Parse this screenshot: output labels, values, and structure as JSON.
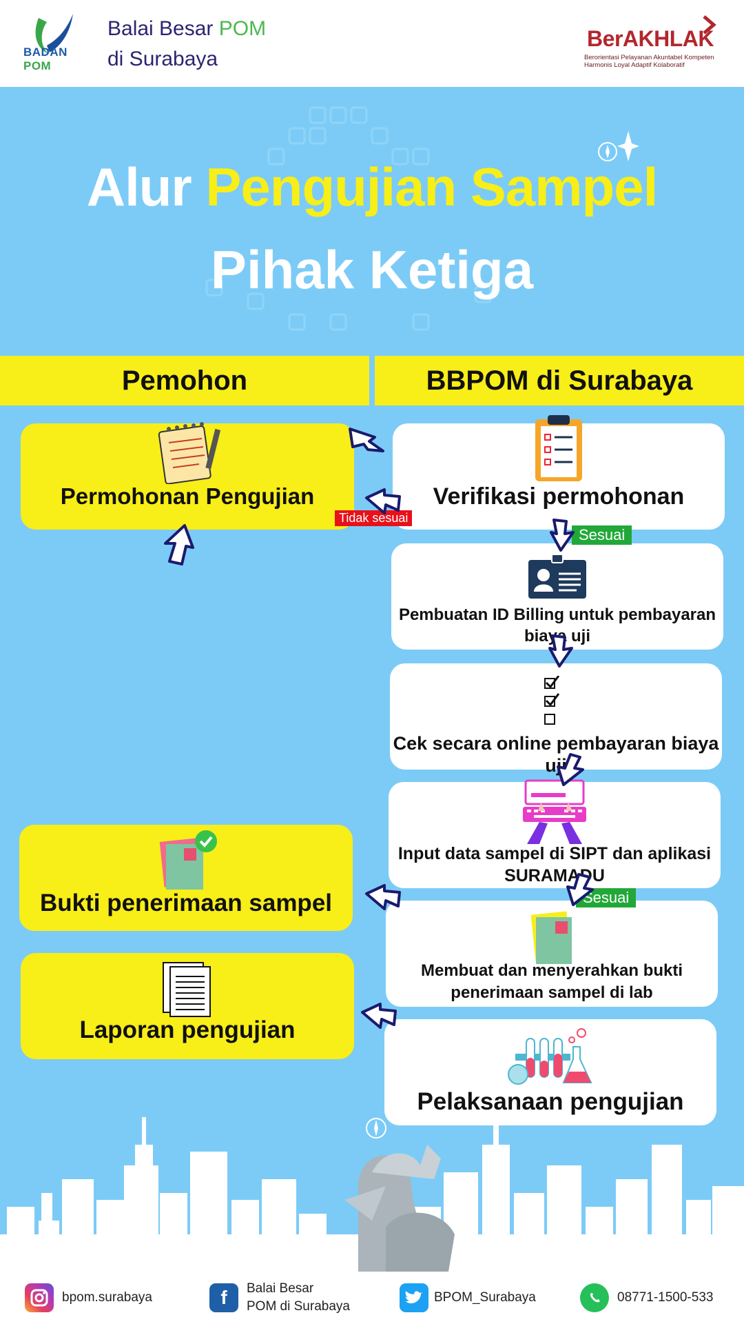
{
  "header": {
    "logo_text_1": "BADAN",
    "logo_text_2": "POM",
    "title_line1_a": "Balai Besar ",
    "title_line1_b": "POM",
    "title_line2": "di Surabaya",
    "berakhlak_word": "BerAKHLAK",
    "berakhlak_tagline": "Berorientasi Pelayanan Akuntabel Kompeten Harmonis Loyal Adaptif Kolaboratif"
  },
  "title": {
    "line1_white": "Alur ",
    "line1_yellow": "Pengujian Sampel",
    "line2": "Pihak Ketiga"
  },
  "columns": {
    "left": "Pemohon",
    "right": "BBPOM di Surabaya"
  },
  "steps": {
    "permohonan": "Permohonan Pengujian",
    "verifikasi": "Verifikasi permohonan",
    "billing": "Pembuatan ID Billing untuk pembayaran biaya uji",
    "cek": "Cek secara online pembayaran biaya uji",
    "input": "Input data sampel di SIPT dan aplikasi SURAMADU",
    "membuat": "Membuat dan menyerahkan bukti penerimaan sampel di lab",
    "pelaksanaan": "Pelaksanaan pengujian",
    "bukti": "Bukti penerimaan sampel",
    "laporan": "Laporan pengujian"
  },
  "tags": {
    "tidak_sesuai": "Tidak sesuai",
    "sesuai_1": "Sesuai",
    "sesuai_2": "Sesuai"
  },
  "footer": {
    "instagram": "bpom.surabaya",
    "facebook_1": "Balai Besar",
    "facebook_2": "POM di Surabaya",
    "twitter": "BPOM_Surabaya",
    "whatsapp": "08771-1500-533"
  },
  "colors": {
    "background": "#7ccbf6",
    "yellow": "#f8ee18",
    "red_tag": "#e8101a",
    "green_tag": "#22a838",
    "navy": "#2b2470"
  }
}
